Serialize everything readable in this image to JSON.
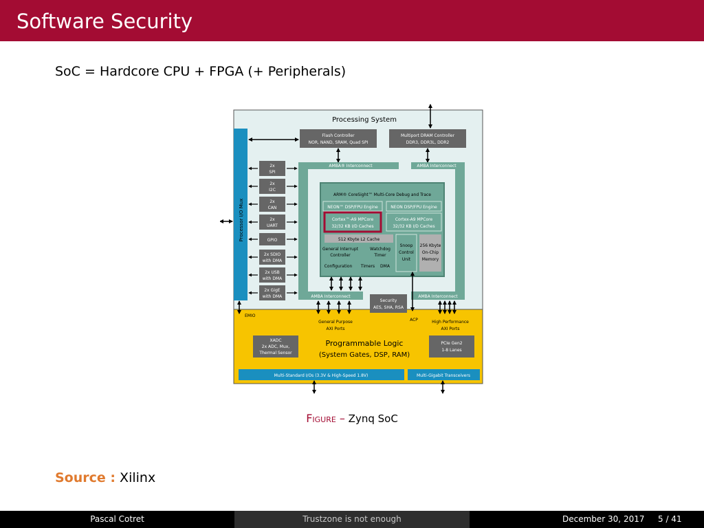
{
  "slide": {
    "title": "Software Security",
    "lead": "SoC = Hardcore CPU + FPGA (+ Peripherals)",
    "caption_label": "Figure –",
    "caption_text": "Zynq SoC",
    "source_label": "Source :",
    "source_text": "Xilinx"
  },
  "figure": {
    "processing_system": "Processing System",
    "flash_controller": [
      "Flash Controller",
      "NOR, NAND, SRAM, Quad SPI"
    ],
    "dram_controller": [
      "Multiport DRAM Controller",
      "DDR3, DDR3L, DDR2"
    ],
    "amba_left": "AMBA® Interconnect",
    "amba_right": "AMBA Interconnect",
    "io_mux": "Processor I/O Mux",
    "peripherals": [
      [
        "2x",
        "SPI"
      ],
      [
        "2x",
        "I2C"
      ],
      [
        "2x",
        "CAN"
      ],
      [
        "2x",
        "UART"
      ],
      [
        "GPIO"
      ],
      [
        "2x SDIO",
        "with DMA"
      ],
      [
        "2x USB",
        "with DMA"
      ],
      [
        "2x GigE",
        "with DMA"
      ]
    ],
    "coresight": "ARM® CoreSight™ Multi-Core Debug and Trace",
    "neon_left": "NEON™ DSP/FPU Engine",
    "neon_right": "NEON DSP/FPU Engine",
    "cortex_left": [
      "Cortex™-A9 MPCore",
      "32/32 KB I/D Caches"
    ],
    "cortex_right": [
      "Cortex-A9 MPCore",
      "32/32 KB I/D Caches"
    ],
    "l2_cache": "512 Kbyte L2 Cache",
    "gic": [
      "General Interrupt",
      "Controller"
    ],
    "watchdog": [
      "Watchdog",
      "Timer"
    ],
    "snoop": [
      "Snoop",
      "Control",
      "Unit"
    ],
    "ocm": [
      "256 Kbyte",
      "On-Chip",
      "Memory"
    ],
    "config": "Configuration",
    "timers": "Timers",
    "dma": "DMA",
    "amba_bottom_left": "AMBA Interconnect",
    "amba_bottom_right": "AMBA Interconnect",
    "security": [
      "Security",
      "AES, SHA, RSA"
    ],
    "emio": "EMIO",
    "gp_axi": [
      "General Purpose",
      "AXI Ports"
    ],
    "acp": "ACP",
    "hp_axi": [
      "High Performance",
      "AXI Ports"
    ],
    "xadc": [
      "XADC",
      "2x ADC, Mux,",
      "Thermal Sensor"
    ],
    "pl_title": "Programmable Logic",
    "pl_sub": "(System Gates, DSP, RAM)",
    "pcie": [
      "PCIe Gen2",
      "1-8 Lanes"
    ],
    "multi_io": "Multi-Standard I/Os (3.3V & High-Speed 1.8V)",
    "transceivers": "Multi-Gigabit Transceivers"
  },
  "footer": {
    "author": "Pascal Cotret",
    "talk": "Trustzone is not enough",
    "date": "December 30, 2017",
    "page": "5 / 41"
  },
  "colors": {
    "title_bar": "#a30c33",
    "source_label": "#e07a2e",
    "ps_bg": "#e4f0f0",
    "pl_bg": "#f7c400",
    "dark_box": "#666666",
    "teal": "#6fa898",
    "blue": "#1a8fbf",
    "cortex_border": "#a30c33"
  }
}
